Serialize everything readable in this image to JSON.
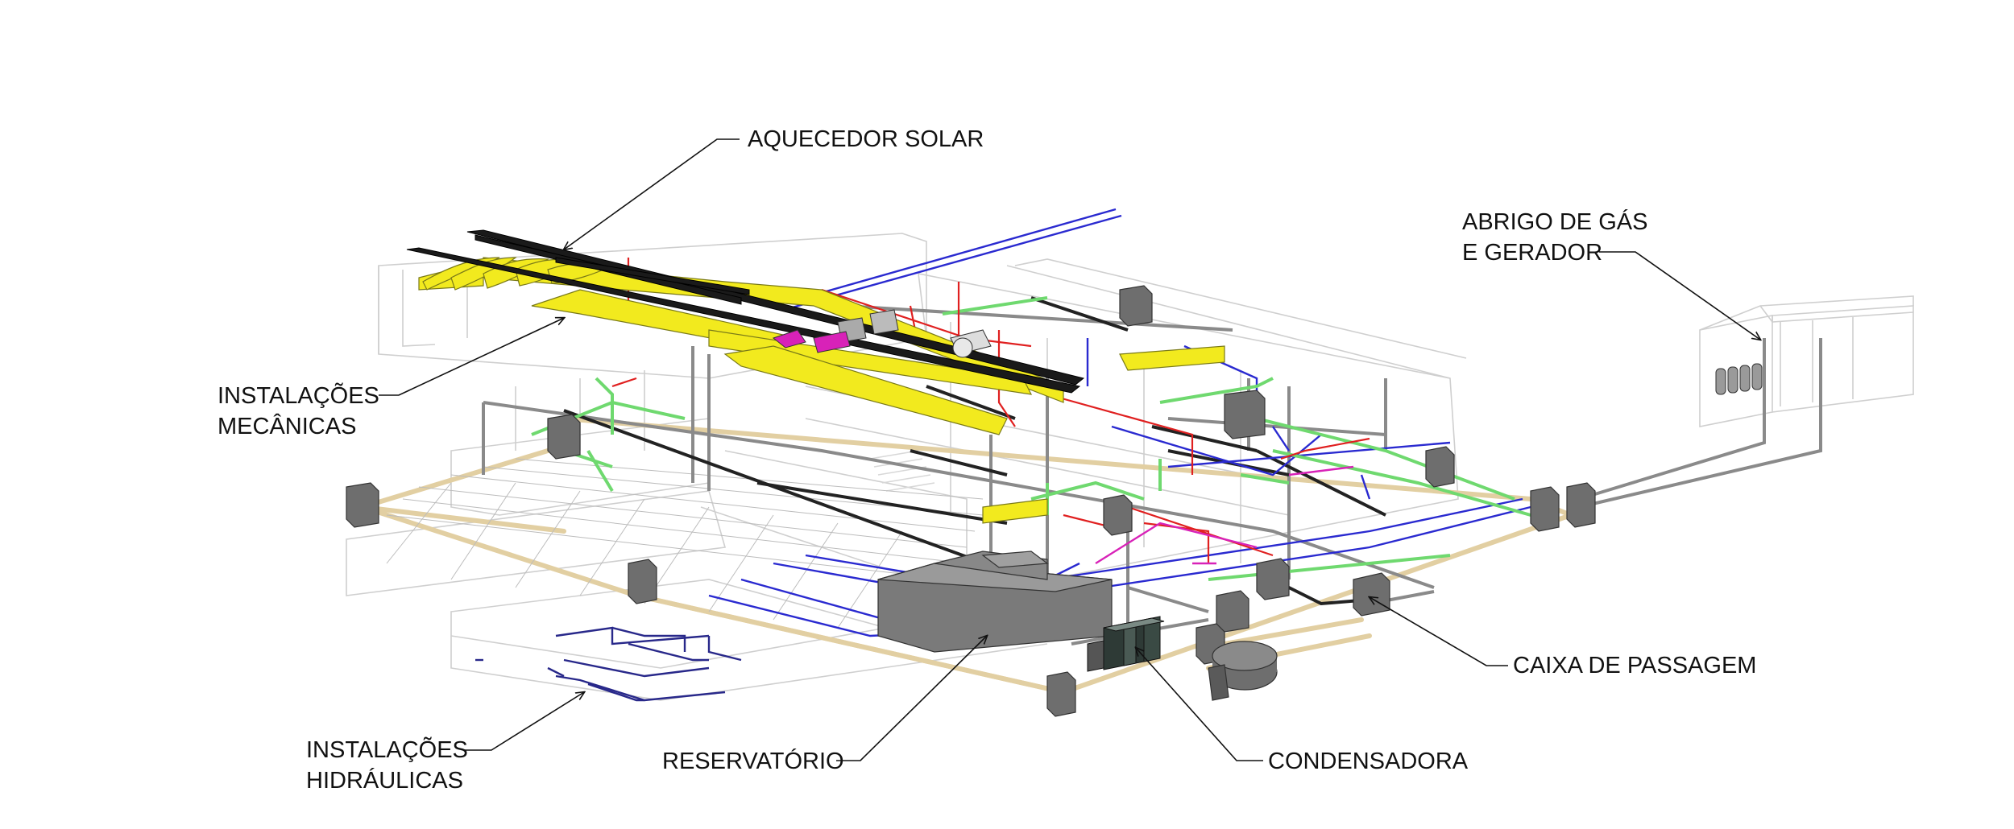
{
  "labels": {
    "solar_heater": "AQUECEDOR SOLAR",
    "gas_generator_line1": "ABRIGO DE GÁS",
    "gas_generator_line2": "E GERADOR",
    "mechanical_line1": "INSTALAÇÕES",
    "mechanical_line2": "MECÂNICAS",
    "junction_box": "CAIXA DE PASSAGEM",
    "hydraulic_line1": "INSTALAÇÕES",
    "hydraulic_line2": "HIDRÁULICAS",
    "reservoir": "RESERVATÓRIO",
    "condenser": "CONDENSADORA"
  },
  "colors": {
    "structure_outline": "#c8c8c8",
    "concrete_box": "#6e6e6e",
    "concrete_box_dark": "#4a4a4a",
    "beam_tan": "#e2cfa2",
    "duct_yellow": "#f2ea1e",
    "pipe_blue": "#2a2ad0",
    "pipe_navy": "#202080",
    "pipe_green": "#5fd35f",
    "pipe_red": "#e02020",
    "pipe_magenta": "#e020c0",
    "pipe_gray": "#8a8a8a",
    "solar_panel": "#1a1a1a",
    "condenser_dark": "#2e3a36",
    "leader_line": "#111111"
  }
}
